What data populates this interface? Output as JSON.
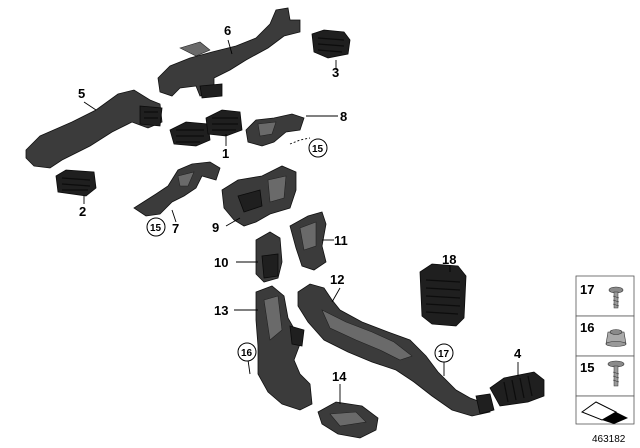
{
  "callouts": {
    "p1": "1",
    "p2": "2",
    "p3": "3",
    "p4": "4",
    "p5": "5",
    "p6": "6",
    "p7": "7",
    "p8": "8",
    "p9": "9",
    "p10": "10",
    "p11": "11",
    "p12": "12",
    "p13": "13",
    "p14": "14",
    "p18": "18",
    "circ15a": "15",
    "circ15b": "15",
    "circ16": "16",
    "circ17": "17"
  },
  "side_panel": {
    "item17": "17",
    "item16": "16",
    "item15": "15"
  },
  "diagram_id": "463182"
}
